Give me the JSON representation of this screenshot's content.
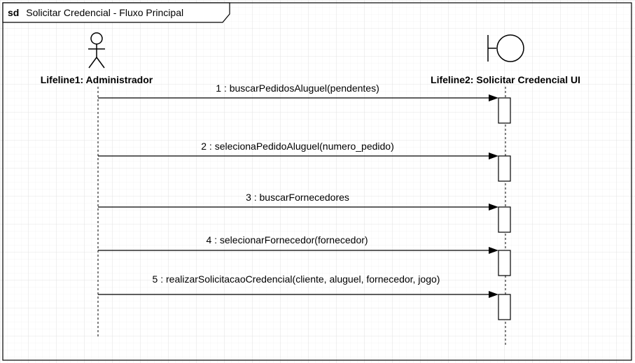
{
  "frame": {
    "keyword": "sd",
    "title": "Solicitar Credencial - Fluxo Principal"
  },
  "lifelines": [
    {
      "label": "Lifeline1: Administrador",
      "kind": "actor-icon"
    },
    {
      "label": "Lifeline2: Solicitar Credencial UI",
      "kind": "boundary-icon"
    }
  ],
  "messages": [
    {
      "label": "1 : buscarPedidosAluguel(pendentes)"
    },
    {
      "label": "2 : selecionaPedidoAluguel(numero_pedido)"
    },
    {
      "label": "3 : buscarFornecedores"
    },
    {
      "label": "4 : selecionarFornecedor(fornecedor)"
    },
    {
      "label": "5 : realizarSolicitacaoCredencial(cliente, aluguel, fornecedor, jogo)"
    }
  ],
  "colors": {
    "grid": "#e6e6e6",
    "line": "#000000",
    "background": "#ffffff"
  }
}
